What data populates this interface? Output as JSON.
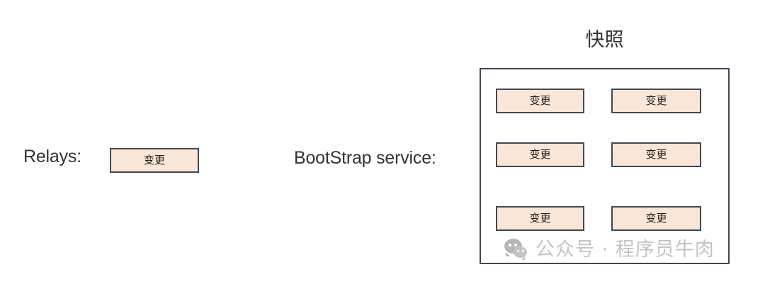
{
  "diagram": {
    "relays": {
      "label": "Relays:",
      "chips": [
        {
          "text": "变更"
        }
      ]
    },
    "bootstrap": {
      "label": "BootStrap service:",
      "snapshot": {
        "title": "快照",
        "rows": [
          [
            {
              "text": "变更"
            },
            {
              "text": "变更"
            }
          ],
          [
            {
              "text": "变更"
            },
            {
              "text": "变更"
            }
          ],
          [
            {
              "text": "变更"
            },
            {
              "text": "变更"
            }
          ]
        ]
      }
    },
    "watermark": {
      "icon": "wechat-logo-icon",
      "text": "公众号 · 程序员牛肉"
    },
    "colors": {
      "chip_fill": "#fae6d6",
      "chip_border": "#3f4856",
      "box_border": "#3f4856",
      "text": "#333333",
      "watermark": "#c3c3c3",
      "background": "#ffffff"
    }
  }
}
